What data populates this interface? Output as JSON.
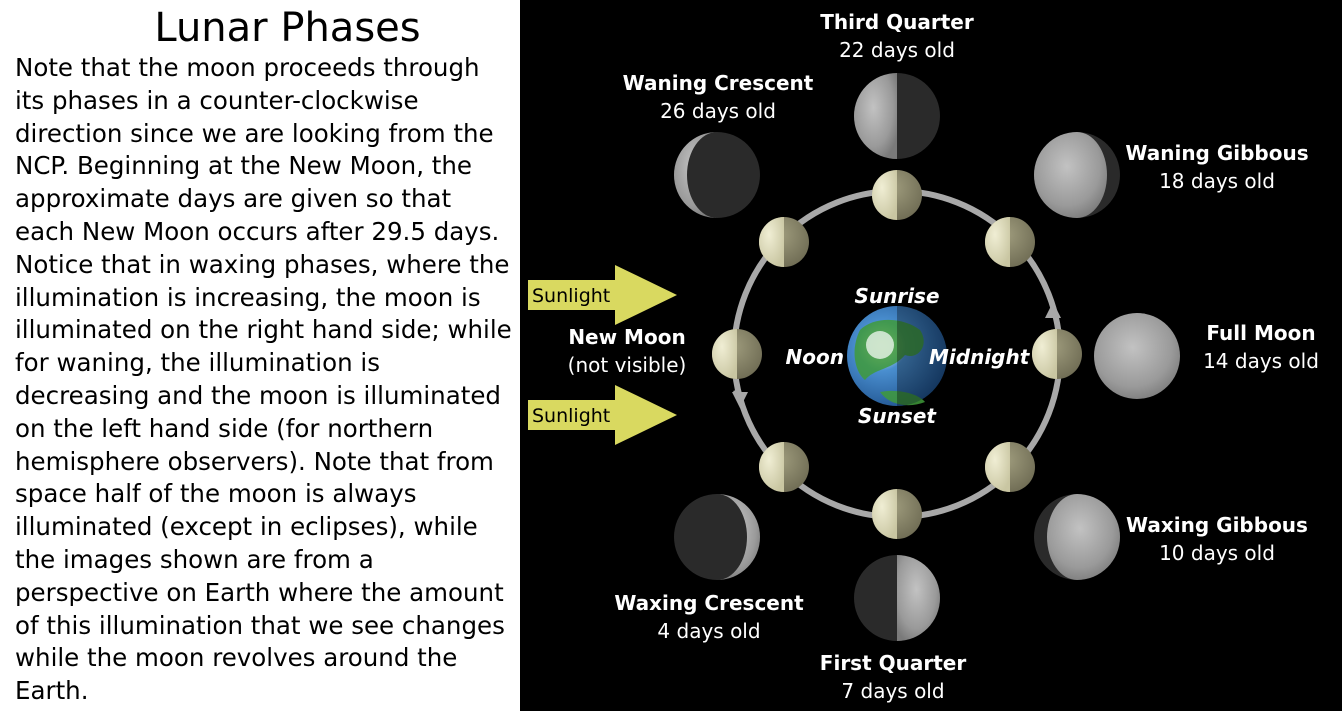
{
  "title": "Lunar Phases",
  "paragraph": "Note that the moon proceeds through its phases in a counter-clockwise direction since we are looking from the NCP. Beginning at the New Moon, the approximate days are given so that each New Moon occurs after 29.5 days. Notice that in waxing phases, where the illumination is increasing, the moon is illuminated on the right hand side; while for waning, the illumination is decreasing and the moon is illuminated on the left hand side (for northern hemisphere observers). Note that from space half of the moon is always illuminated (except in eclipses), while the images shown are from a perspective on Earth where the amount of this illumination that we see changes while the moon revolves around the Earth.",
  "sunlight": [
    "Sunlight",
    "Sunlight"
  ],
  "earth_labels": {
    "top": "Sunrise",
    "bottom": "Sunset",
    "left": "Noon",
    "right": "Midnight"
  },
  "phases": {
    "new_moon": {
      "name": "New Moon",
      "age": "(not visible)"
    },
    "waxing_crescent": {
      "name": "Waxing Crescent",
      "age": "4 days old"
    },
    "first_quarter": {
      "name": "First Quarter",
      "age": "7 days old"
    },
    "waxing_gibbous": {
      "name": "Waxing Gibbous",
      "age": "10 days old"
    },
    "full_moon": {
      "name": "Full Moon",
      "age": "14 days old"
    },
    "waning_gibbous": {
      "name": "Waning Gibbous",
      "age": "18 days old"
    },
    "third_quarter": {
      "name": "Third Quarter",
      "age": "22 days old"
    },
    "waning_crescent": {
      "name": "Waning Crescent",
      "age": "26 days old"
    }
  },
  "colors": {
    "sunlight_arrow": "#d9d960",
    "orbit": "#a8a8a8",
    "moon_lit": "#e2e0c0",
    "moon_dark": "#8f8c6e",
    "earth_ocean": "#3c7ec0",
    "earth_land": "#3f9a3a"
  }
}
